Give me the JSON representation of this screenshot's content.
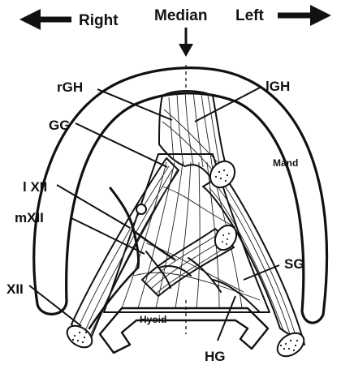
{
  "header": {
    "right": "Right",
    "median": "Median",
    "left": "Left"
  },
  "labels": {
    "rGH": "rGH",
    "lGH": "lGH",
    "GG": "GG",
    "Mand": "Mand",
    "lXII": "l XII",
    "mXII": "mXII",
    "SG": "SG",
    "XII": "XII",
    "Hyoid": "Hyoid",
    "HG": "HG"
  }
}
